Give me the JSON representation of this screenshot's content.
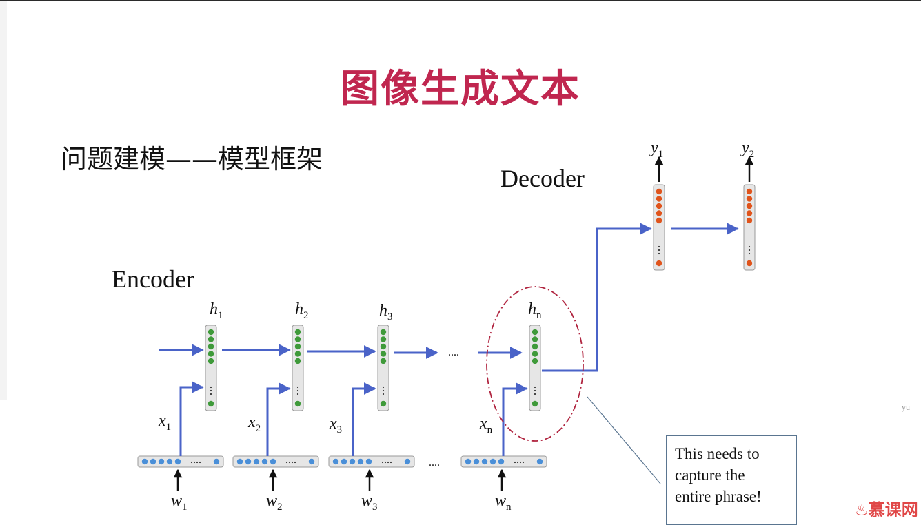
{
  "title": "图像生成文本",
  "subtitle": "问题建模——模型框架",
  "encoder_label": "Encoder",
  "decoder_label": "Decoder",
  "ellipsis": "....",
  "encoder_steps": [
    {
      "h": "h",
      "h_sub": "1",
      "x": "x",
      "x_sub": "1",
      "w": "w",
      "w_sub": "1"
    },
    {
      "h": "h",
      "h_sub": "2",
      "x": "x",
      "x_sub": "2",
      "w": "w",
      "w_sub": "2"
    },
    {
      "h": "h",
      "h_sub": "3",
      "x": "x",
      "x_sub": "3",
      "w": "w",
      "w_sub": "3"
    },
    {
      "h": "h",
      "h_sub": "n",
      "x": "x",
      "x_sub": "n",
      "w": "w",
      "w_sub": "n"
    }
  ],
  "decoder_outputs": [
    {
      "y": "y",
      "y_sub": "1"
    },
    {
      "y": "y",
      "y_sub": "2"
    }
  ],
  "note_lines": [
    "This needs to",
    "capture the",
    "entire phrase!"
  ],
  "watermark": "yu",
  "logo": "慕课网",
  "colors": {
    "title": "#c0264f",
    "arrow": "#4a63c8",
    "green_node": "#3f9a3a",
    "orange_node": "#e0541c",
    "blue_node": "#4a8fd8",
    "ellipse": "#b0243f"
  }
}
